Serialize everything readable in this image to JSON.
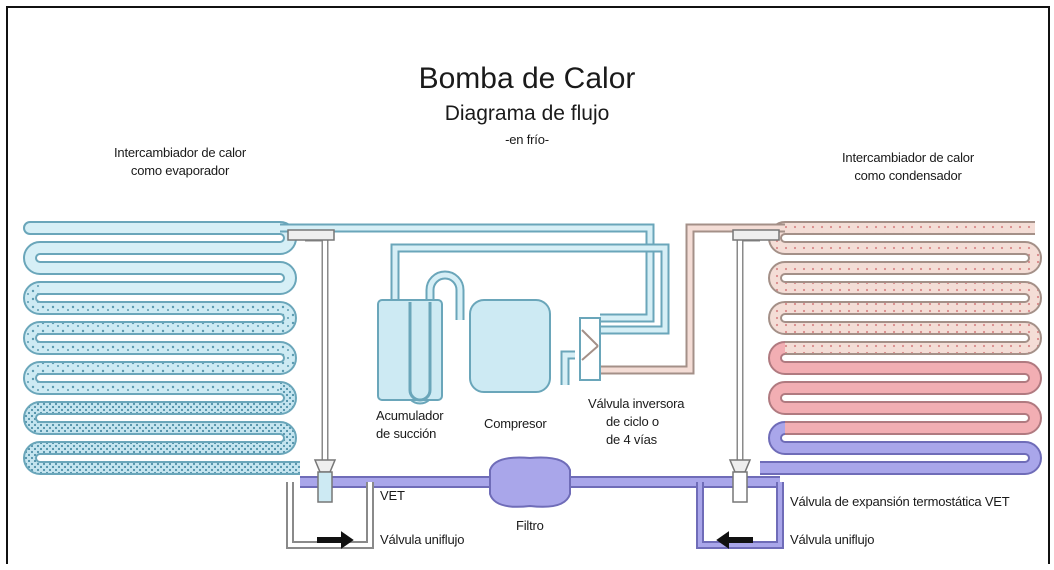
{
  "diagram": {
    "title": "Bomba de Calor",
    "subtitle": "Diagrama de flujo",
    "mode": "-en frío-",
    "labels": {
      "evaporator_line1": "Intercambiador de calor",
      "evaporator_line2": "como evaporador",
      "condenser_line1": "Intercambiador de calor",
      "condenser_line2": "como condensador",
      "accumulator_line1": "Acumulador",
      "accumulator_line2": "de succión",
      "compressor": "Compresor",
      "reversing_line1": "Válvula inversora",
      "reversing_line2": "de ciclo o",
      "reversing_line3": "de 4 vías",
      "vet": "VET",
      "filter": "Filtro",
      "check_left": "Válvula uniflujo",
      "check_right": "Válvula uniflujo",
      "vet_right": "Válvula de expansión termostática VET"
    },
    "colors": {
      "cold": "#cdeaf3",
      "cold_outline": "#6aa6ba",
      "warm": "#f6e6dc",
      "hot": "#f2aeb3",
      "liquid": "#a9a6ea",
      "pipe_outline": "#7a7a7a"
    }
  }
}
